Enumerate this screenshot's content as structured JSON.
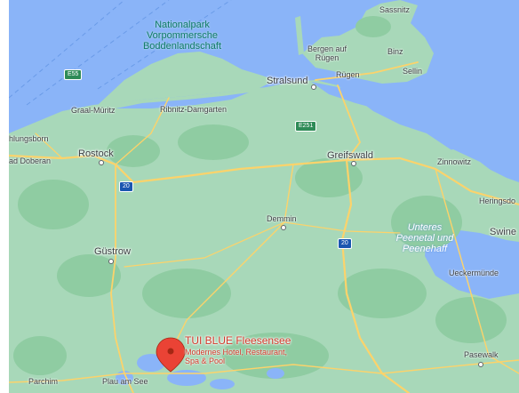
{
  "map": {
    "land_color": "#a8d8b9",
    "forest_color": "#8fcca2",
    "water_color": "#8ab4f8",
    "road_color": "#fcd36b",
    "poi": {
      "title": "TUI BLUE Fleesensee",
      "subtitle": "Modernes Hotel, Restaurant, Spa & Pool",
      "pin_color": "#ea4335"
    },
    "park_label": "Nationalpark Vorpommersche Boddenlandschaft",
    "places": {
      "sassnitz": "Sassnitz",
      "bergen": "Bergen auf Rügen",
      "binz": "Binz",
      "sellin": "Sellin",
      "ruegen": "Rügen",
      "stralsund": "Stralsund",
      "graal_muritz": "Graal-Müritz",
      "ribnitz": "Ribnitz-Damgarten",
      "kuehlungsborn": "hlungsborn",
      "bad_doberan": "ad Doberan",
      "rostock": "Rostock",
      "greifswald": "Greifswald",
      "zinnowitz": "Zinnowitz",
      "heringsdorf": "Heringsdo",
      "swine": "Swine",
      "demmin": "Demmin",
      "guestrow": "Güstrow",
      "ueckermuende": "Ueckermünde",
      "pasewalk": "Pasewalk",
      "parchim": "Parchim",
      "plau": "Plau am See"
    },
    "water_label": "Unteres Peenetal und Peenehaff",
    "shields": {
      "e55": "E55",
      "e251": "E251",
      "a20_west": "20",
      "a20_east": "20"
    }
  }
}
